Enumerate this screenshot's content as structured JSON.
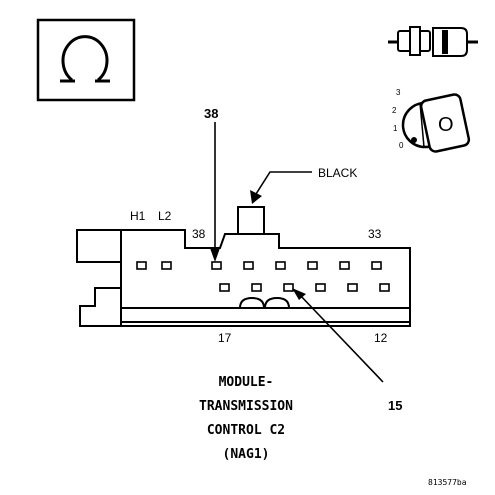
{
  "symbols": {
    "omega_box_icon": "omega-symbol",
    "connector_icon": "connector-plug",
    "ignition_icon": "ignition-key-switch",
    "ignition_positions": [
      "3",
      "2",
      "1",
      "0"
    ],
    "key_letter": "O"
  },
  "pin_labels": {
    "top_left_h1": "H1",
    "top_left_l2": "L2",
    "top_38": "38",
    "top_33": "33",
    "bottom_17": "17",
    "bottom_12": "12"
  },
  "callouts": {
    "pin_38": "38",
    "pin_15": "15",
    "color": "BLACK"
  },
  "title": {
    "line1": "MODULE-",
    "line2": "TRANSMISSION",
    "line3": "CONTROL C2",
    "line4": "(NAG1)"
  },
  "figure_code": "813577ba"
}
